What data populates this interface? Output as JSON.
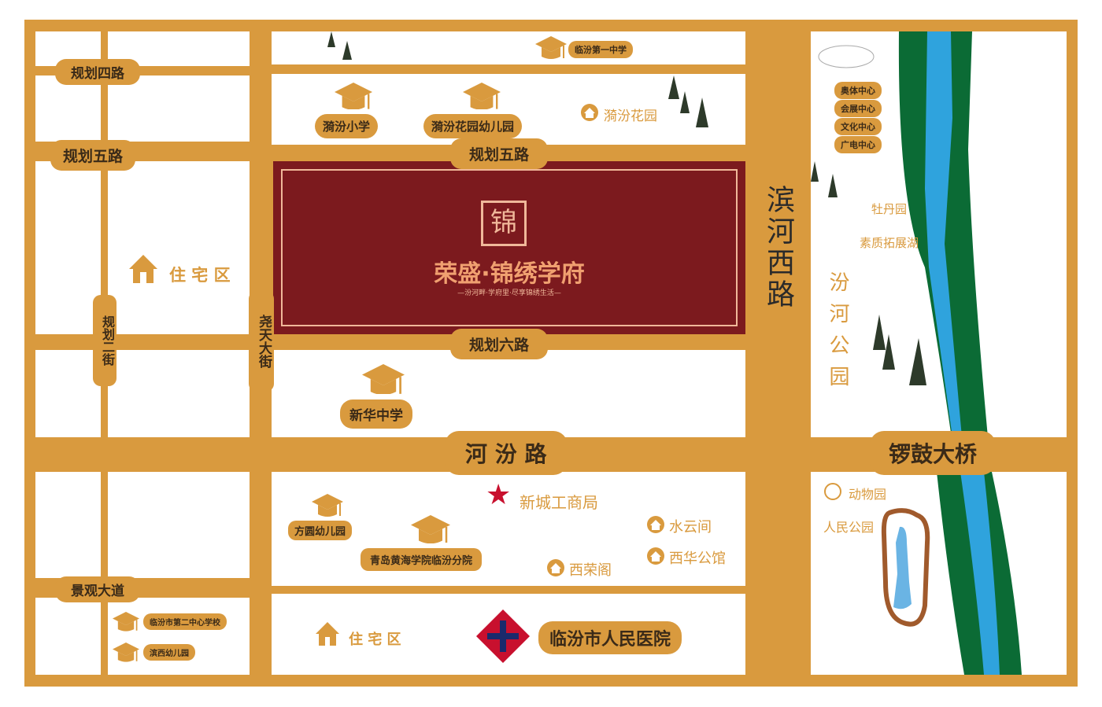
{
  "project": {
    "brand": "荣盛·锦绣学府",
    "slogan": "—汾河畔·学府里·尽享锦绣生活—",
    "logo_text": "锦"
  },
  "roads": {
    "r4": "规划四路",
    "r5_left": "规划五路",
    "r5_mid": "规划五路",
    "r6": "规划六路",
    "fenhe": "河 汾 路",
    "jingguan": "景观大道",
    "guihua2": "规划二街",
    "yaotian": "尧天大街",
    "binhe": "滨河西路",
    "bridge": "锣鼓大桥"
  },
  "schools": [
    "临汾第一中学",
    "漪汾小学",
    "漪汾花园幼儿园",
    "新华中学",
    "方圆幼儿园",
    "青岛黄海学院临汾分院",
    "临汾市第二中心学校",
    "滨西幼儿园"
  ],
  "residential": {
    "yifen": "漪汾花园",
    "zhuzhai1": "住 宅 区",
    "zhuzhai2": "住 宅 区",
    "shuiyun": "水云间",
    "xihua": "西华公馆",
    "xirong": "西荣阁"
  },
  "landmarks": {
    "gongshang": "新城工商局",
    "hospital": "临汾市人民医院",
    "centers": [
      "奥体中心",
      "会展中心",
      "文化中心",
      "广电中心"
    ],
    "mudan": "牡丹园",
    "suzhi": "素质拓展湖",
    "fenhe_park": "汾河公园",
    "zoo": "动物园",
    "renmin": "人民公园"
  },
  "colors": {
    "road": "#d99a3e",
    "project": "#7c1a1e",
    "river": "#2fa3dd",
    "bank": "#0b6b35"
  }
}
